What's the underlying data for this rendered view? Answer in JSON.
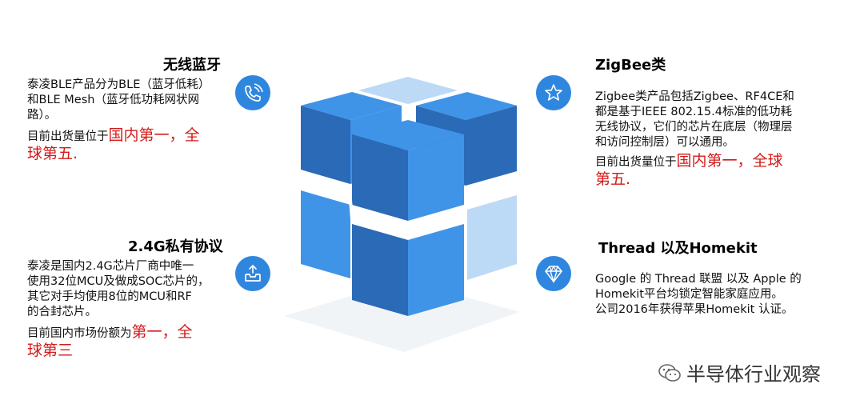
{
  "sections": {
    "ble": {
      "title": "无线蓝牙",
      "line1": "泰凌BLE产品分为BLE（蓝牙低耗）",
      "line2": "和BLE Mesh（蓝牙低功耗网状网",
      "line3": "路）。",
      "rank_prefix": "目前出货量位于",
      "rank_emph_a": "国内第一，全",
      "rank_emph_b": "球第五."
    },
    "zigbee": {
      "title": "ZigBee类",
      "line1": "Zigbee类产品包括Zigbee、RF4CE和",
      "line2": "都是基于IEEE  802.15.4标准的低功耗",
      "line3": "无线协议，它们的芯片在底层（物理层",
      "line4": "和访问控制层）可以通用。",
      "rank_prefix": "目前出货量位于",
      "rank_emph_a": "国内第一，全球",
      "rank_emph_b": "第五."
    },
    "g24": {
      "title": "2.4G私有协议",
      "line1": "泰凌是国内2.4G芯片厂商中唯一",
      "line2": "使用32位MCU及做成SOC芯片的，",
      "line3": "其它对手均使用8位的MCU和RF",
      "line4": "的合封芯片。",
      "rank_prefix": "目前国内市场份额为",
      "rank_emph_a": "第一，全",
      "rank_emph_b": "球第三"
    },
    "thread": {
      "title": "Thread 以及Homekit",
      "line1": "Google 的 Thread 联盟 以及 Apple 的",
      "line2": "Homekit平台均锁定智能家庭应用。",
      "line3": "公司2016年获得苹果Homekit 认证。"
    }
  },
  "icons": {
    "ble": "phone-bluetooth-icon",
    "zigbee": "star-icon",
    "g24": "upload-tray-icon",
    "thread": "diamond-icon"
  },
  "watermark": {
    "text": "半导体行业观察"
  },
  "colors": {
    "accent": "#2f86de",
    "emphasis": "#d21b1b",
    "cube_dark": "#2a6ab6",
    "cube_mid": "#3f94e8",
    "cube_light": "#bcd9f5"
  }
}
